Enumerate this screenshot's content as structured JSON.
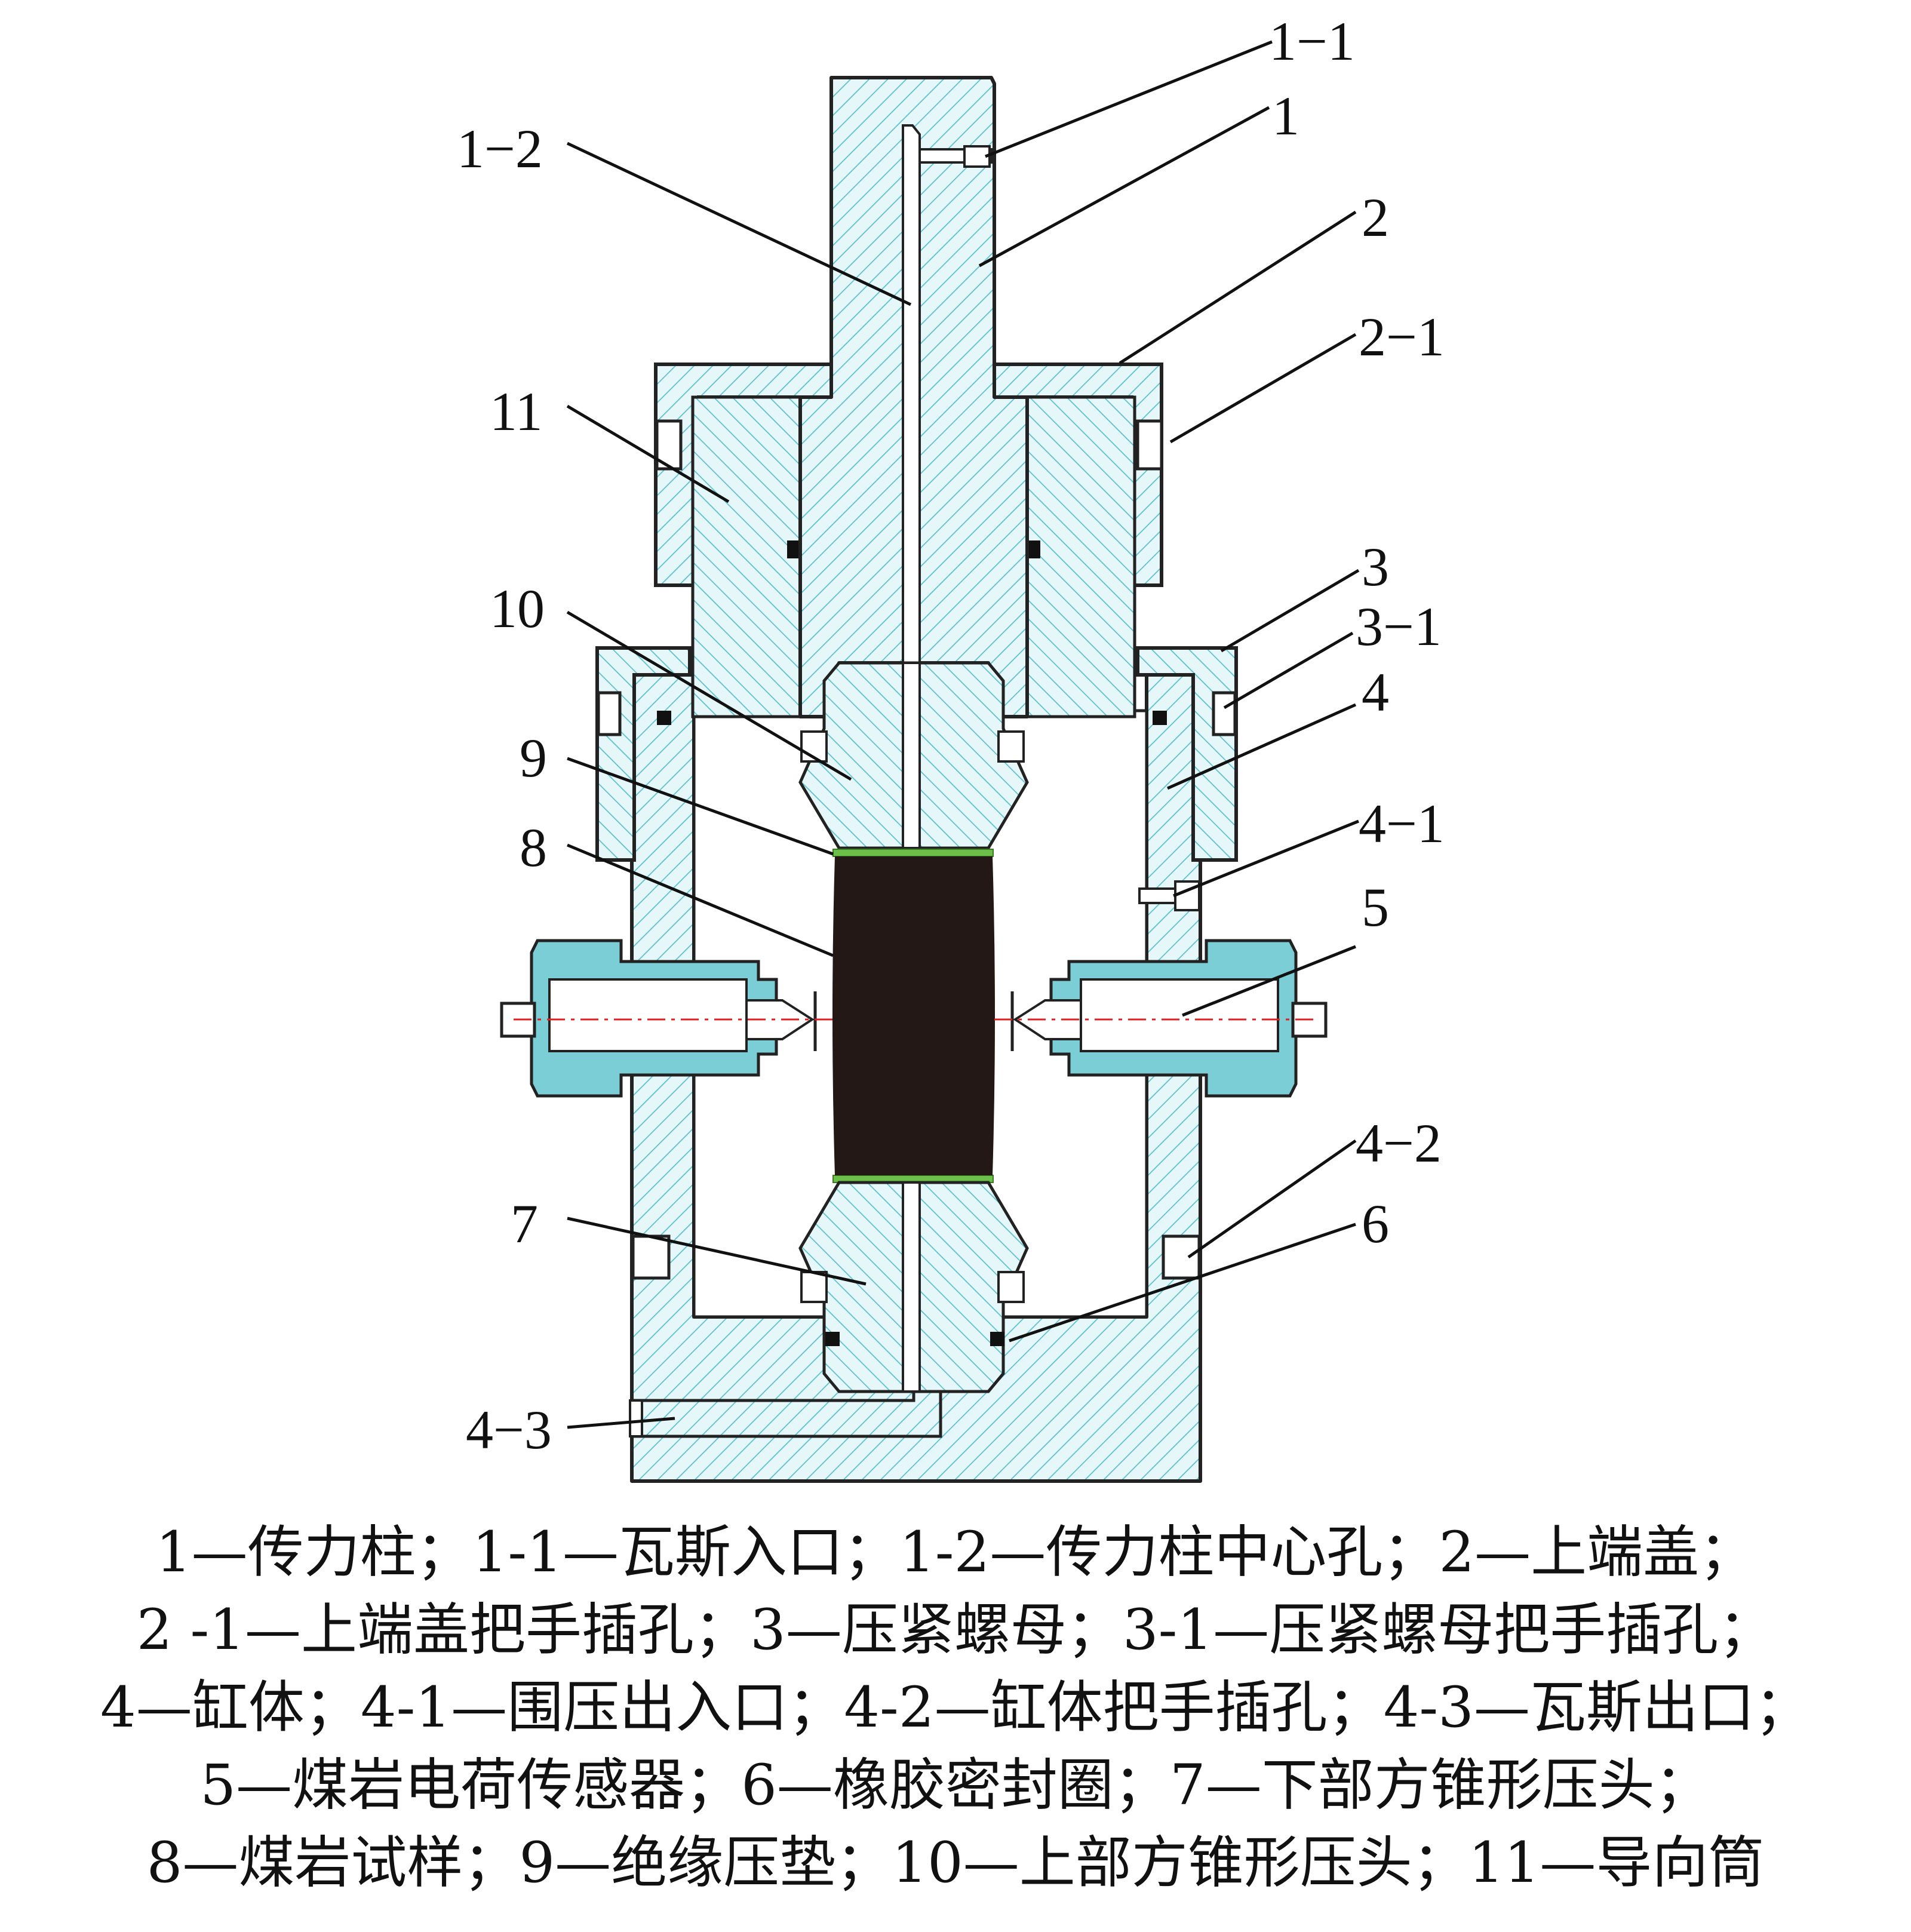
{
  "callouts": {
    "c1_1": "1−1",
    "c1": "1",
    "c1_2": "1−2",
    "c2": "2",
    "c2_1": "2−1",
    "c11": "11",
    "c3": "3",
    "c3_1": "3−1",
    "c10": "10",
    "c4": "4",
    "c9": "9",
    "c4_1": "4−1",
    "c8": "8",
    "c5": "5",
    "c4_2": "4−2",
    "c7": "7",
    "c6": "6",
    "c4_3": "4−3"
  },
  "legend": {
    "line1": "1—传力柱；1-1—瓦斯入口；1-2—传力柱中心孔；2—上端盖；",
    "line2": "2 -1—上端盖把手插孔；3—压紧螺母；3-1—压紧螺母把手插孔；",
    "line3": "4—缸体；4-1—围压出入口；4-2—缸体把手插孔；4-3—瓦斯出口；",
    "line4": "5—煤岩电荷传感器；6—橡胶密封圈；7—下部方锥形压头；",
    "line5": "8—煤岩试样；9—绝缘压垫；10—上部方锥形压头；11—导向筒"
  },
  "colors": {
    "hatch_fill": "#e6f7f9",
    "hatch_line": "#5cc0cc",
    "sensor_cap": "#7bcdd6",
    "sample": "#231815",
    "insulating_pad": "#6cc04a",
    "axis_line": "#e02020",
    "outline": "#222222"
  }
}
